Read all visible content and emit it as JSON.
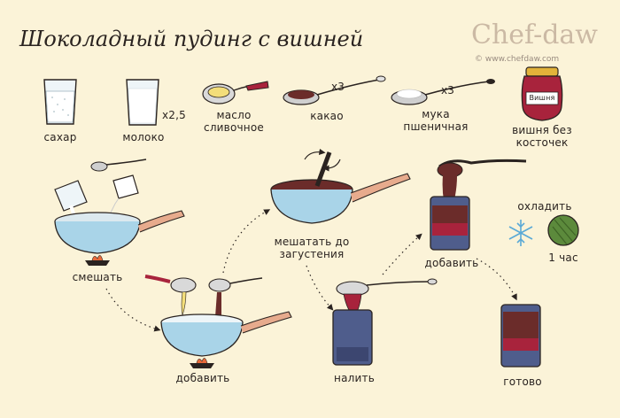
{
  "title": "Шоколадный пудинг с вишней",
  "brand": {
    "name": "Chef-daw",
    "url": "© www.chefdaw.com"
  },
  "ingredients": [
    {
      "label": "сахар"
    },
    {
      "label": "молоко",
      "qty": "x2,5"
    },
    {
      "label": "масло сливочное"
    },
    {
      "label": "какао",
      "qty": "x3"
    },
    {
      "label": "мука пшеничная",
      "qty": "x3"
    },
    {
      "label": "вишня без косточек",
      "jar_label": "Вишня"
    }
  ],
  "steps": [
    {
      "label": "смешать"
    },
    {
      "label": "добавить"
    },
    {
      "label": "мешатать до загустения"
    },
    {
      "label": "налить"
    },
    {
      "label": "добавить"
    },
    {
      "label": "охладить"
    },
    {
      "label": "1 час"
    },
    {
      "label": "готово"
    }
  ],
  "colors": {
    "background": "#fbf3d8",
    "pot": "#a9d4e8",
    "pot_handle": "#e7ab8d",
    "chocolate": "#6b2c2a",
    "cherry": "#a8233c",
    "glass": "#4f5d8c"
  }
}
